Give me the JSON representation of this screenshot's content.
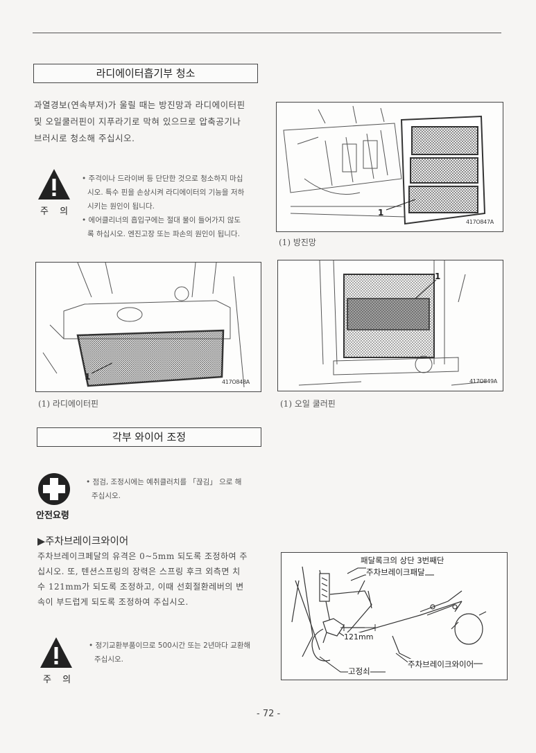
{
  "section1": {
    "title": "라디에이터흡기부 청소",
    "intro": [
      "과열경보(연속부저)가 울릴 때는 방진망과 라디에이터핀",
      "및 오일쿨러핀이 지푸라기로 막혀 있으므로 압축공기나",
      "브러시로 청소해 주십시오."
    ],
    "warning": {
      "label": "주 의",
      "lines": [
        "• 주걱이나 드라이버 등 단단한 것으로 청소하지 마십",
        "시오. 특수 핀을 손상시켜 라디에이터의 기능을 저하",
        "시키는 원인이 됩니다.",
        "• 에어클리너의 흡입구에는 절대 물이 들어가지 않도",
        "록 하십시오. 엔진고장 또는 파손의 원인이 됩니다."
      ]
    },
    "figures": [
      {
        "code": "417O847A",
        "callout": "1",
        "caption": "(1) 방진망"
      },
      {
        "code": "417O848A",
        "callout": "1",
        "caption": "(1)    라디에이터핀"
      },
      {
        "code": "417O849A",
        "callout": "1",
        "caption": "(1) 오일 쿨러핀"
      }
    ]
  },
  "section2": {
    "title": "각부 와이어 조정",
    "safety": {
      "label": "안전요령",
      "lines": [
        "• 점검, 조정시에는 예취클러치를 「끊김」 으로 해",
        "주십시오."
      ]
    },
    "subheading": "▶주차브레이크와이어",
    "body": [
      "주차브레이크페달의 유격은 0~5mm 되도록 조정하여 주",
      "십시오. 또, 텐션스프링의 장력은 스프링 후크 외측면 치",
      "수 121mm가 되도록 조정하고, 이때 선회절환레버의 변",
      "속이 부드럽게 되도록 조정하여 주십시오."
    ],
    "warning": {
      "label": "주 의",
      "lines": [
        "• 정기교환부품이므로 500시간 또는 2년마다 교환해",
        "주십시오."
      ]
    },
    "brake_figure": {
      "label_top": "패달록크의 상단 3번째단",
      "label_pedal": "주차브레이크패달",
      "dimension": "121mm",
      "label_bolt": "고정쇠",
      "label_wire": "주차브레이크와이어"
    }
  },
  "page_number": "- 72 -"
}
